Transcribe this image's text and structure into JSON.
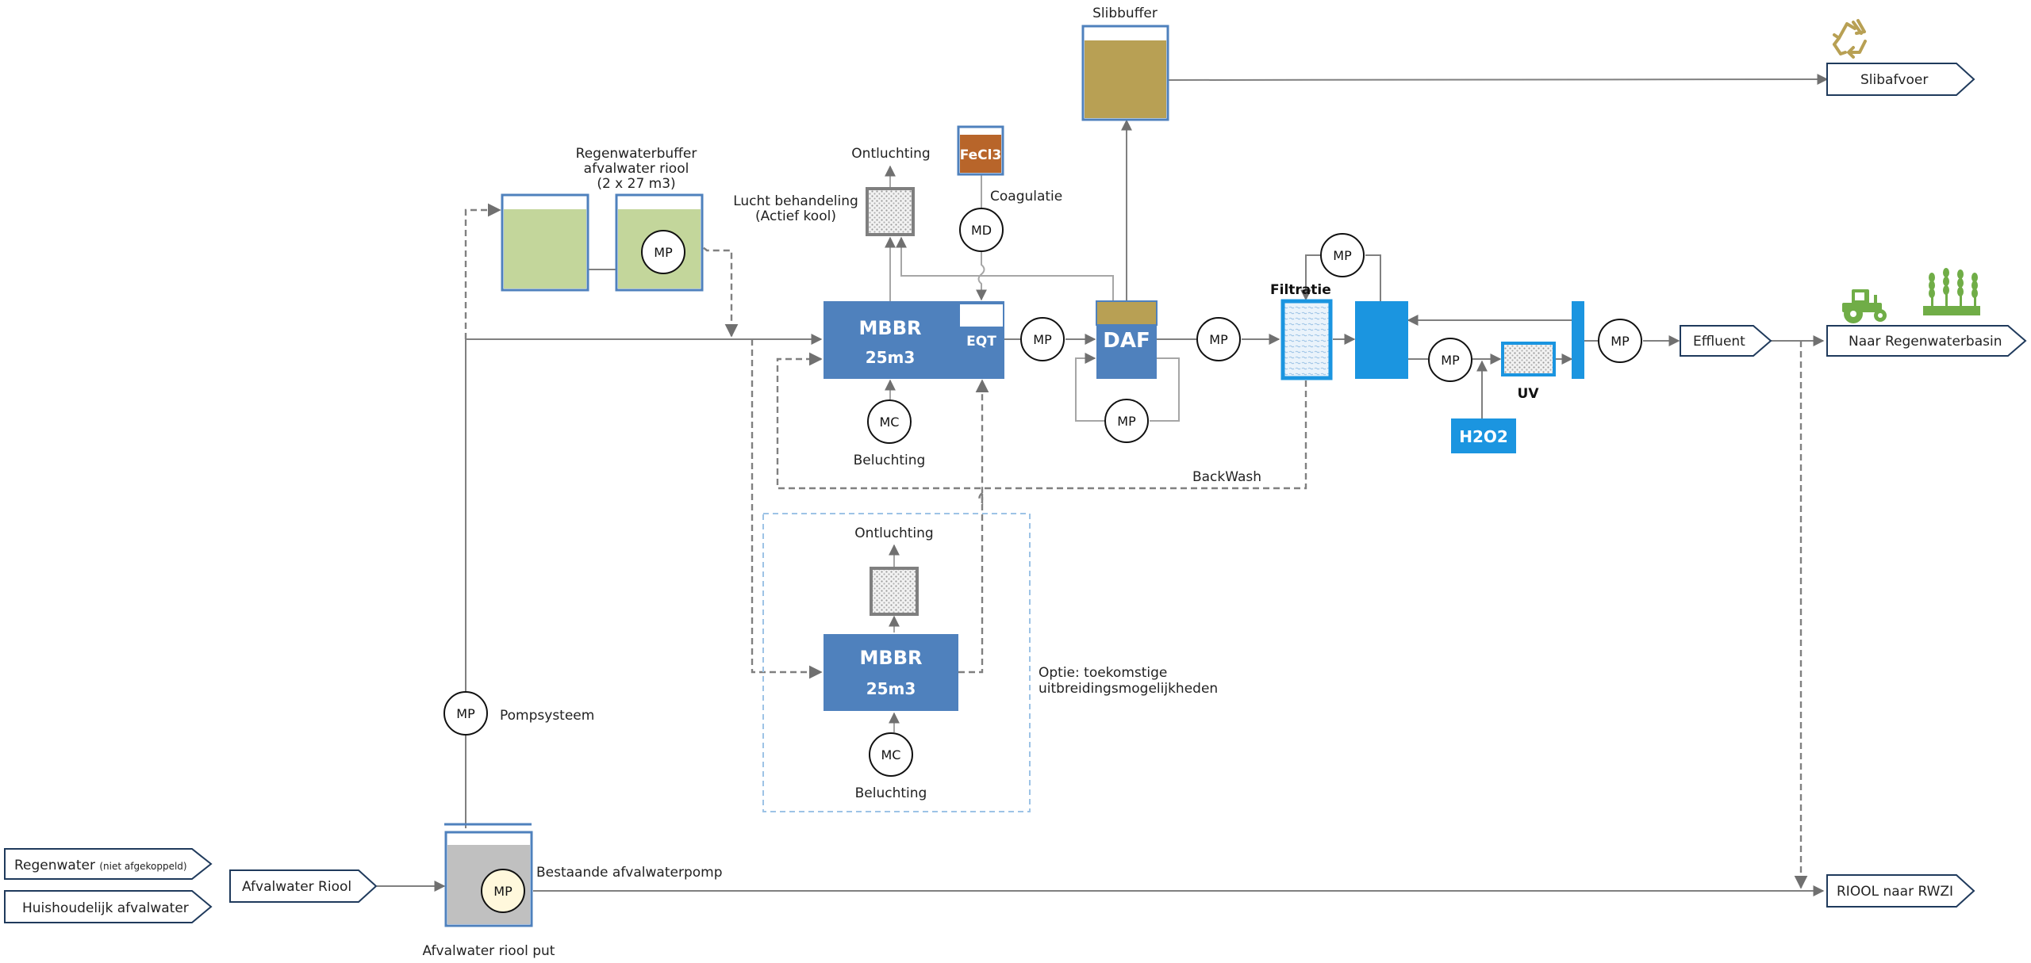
{
  "inputs": {
    "regenwater": "Regenwater",
    "regenwater_note": "(niet afgekoppeld)",
    "huishoudelijk": "Huishoudelijk afvalwater",
    "afvalwater_riool": "Afvalwater Riool"
  },
  "outputs": {
    "slibafvoer": "Slibafvoer",
    "naar_regenwaterbasin": "Naar Regenwaterbasin",
    "riool_naar_rwzi": "RIOOL naar RWZI",
    "effluent": "Effluent"
  },
  "labels": {
    "slibbuffer": "Slibbuffer",
    "regenwaterbuffer_1": "Regenwaterbuffer",
    "regenwaterbuffer_2": "afvalwater riool",
    "regenwaterbuffer_3": "(2 x 27 m3)",
    "ontluchting": "Ontluchting",
    "lucht_1": "Lucht behandeling",
    "lucht_2": "(Actief kool)",
    "coagulatie": "Coagulatie",
    "beluchting": "Beluchting",
    "filtratie": "Filtratie",
    "uv": "UV",
    "backwash": "BackWash",
    "optie_1": "Optie: toekomstige",
    "optie_2": "uitbreidingsmogelijkheden",
    "pompsysteem": "Pompsysteem",
    "bestaande_pomp": "Bestaande afvalwaterpomp",
    "riool_put": "Afvalwater riool put"
  },
  "units": {
    "mbbr": "MBBR",
    "mbbr_volume": "25m3",
    "eqt": "EQT",
    "daf": "DAF",
    "fecl3": "FeCl3",
    "h2o2": "H2O2"
  },
  "pumps": {
    "mp": "MP",
    "md": "MD",
    "mc": "MC"
  },
  "colors": {
    "process_blue": "#4f81bd",
    "bright_blue": "#1b95e0",
    "sludge": "#b8a054",
    "rainwater": "#c3d69b",
    "fecl3": "#b8652a",
    "sewer": "#c0c0c0",
    "line": "#808080",
    "outline": "#1f3a5c",
    "recycle": "#b8a054",
    "agriculture": "#70ad47"
  },
  "icons": [
    "recycle-icon",
    "tractor-icon",
    "crops-icon"
  ]
}
